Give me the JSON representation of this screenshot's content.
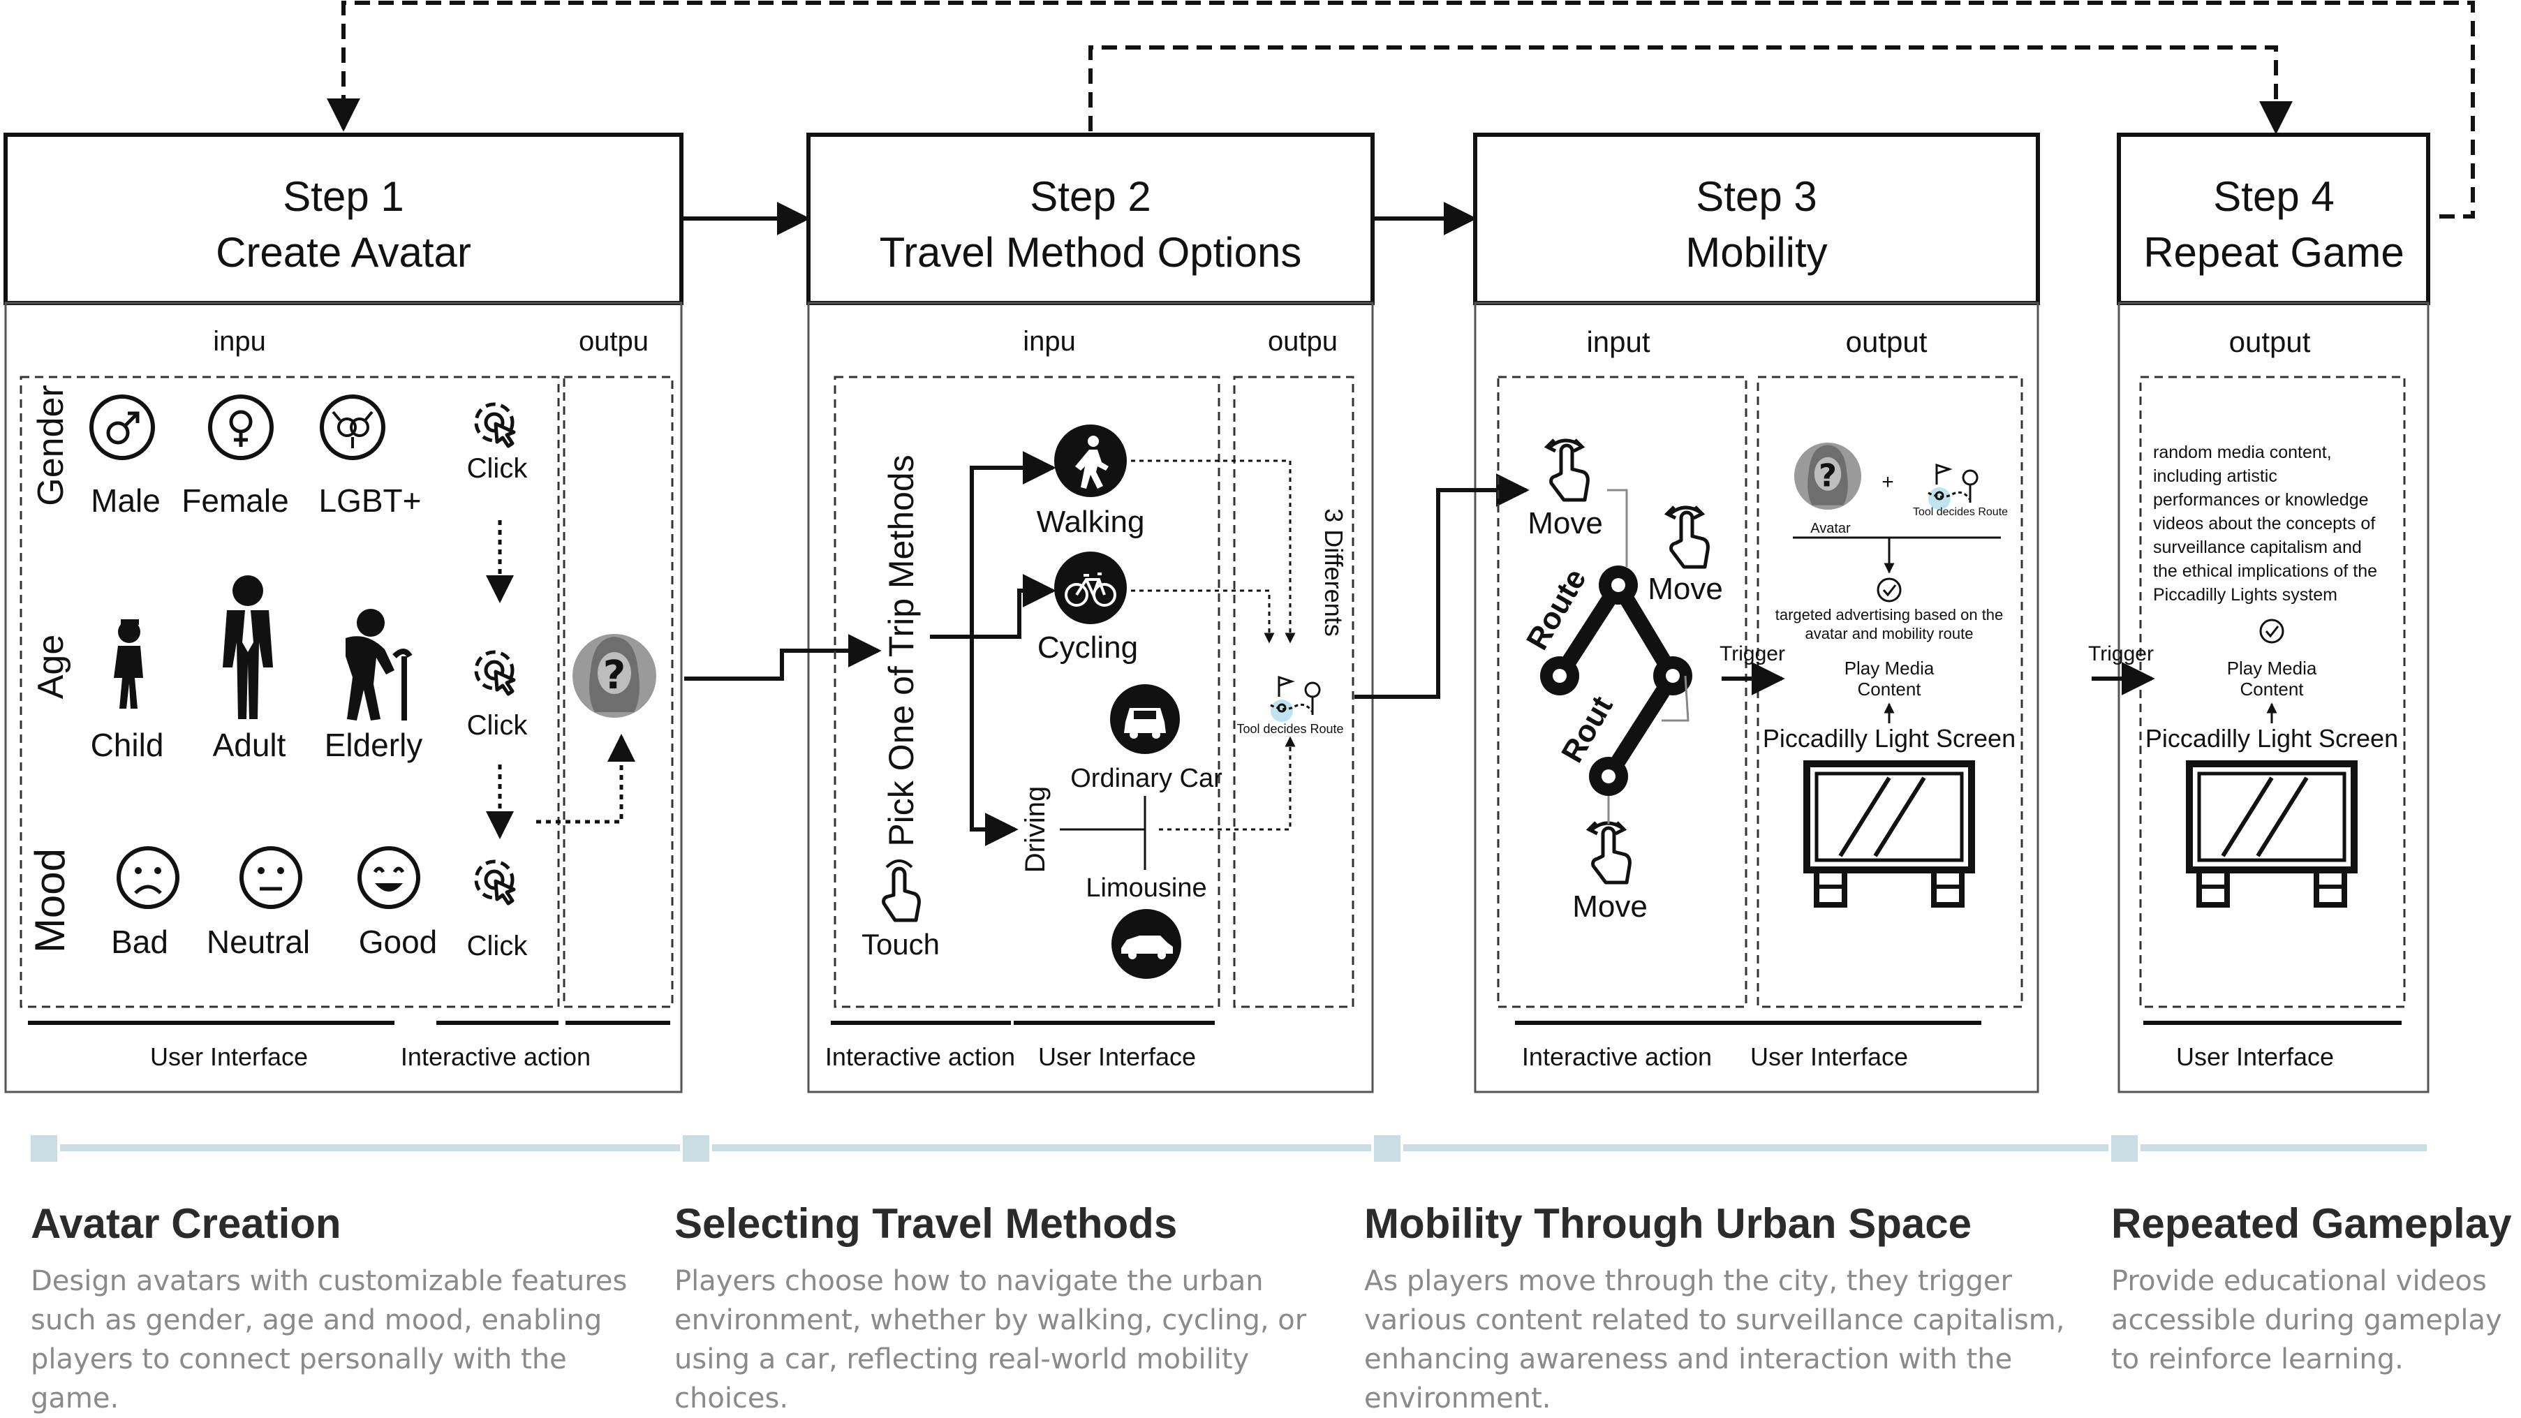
{
  "steps": [
    {
      "number": "Step 1",
      "title": "Create Avatar"
    },
    {
      "number": "Step 2",
      "title": "Travel Method Options"
    },
    {
      "number": "Step 3",
      "title": "Mobility"
    },
    {
      "number": "Step 4",
      "title": "Repeat Game"
    }
  ],
  "step1": {
    "input_label": "inpu",
    "output_label": "outpu",
    "rows": {
      "gender": "Gender",
      "age": "Age",
      "mood": "Mood"
    },
    "gender_options": [
      "Male",
      "Female",
      "LGBT+"
    ],
    "age_options": [
      "Child",
      "Adult",
      "Elderly"
    ],
    "mood_options": [
      "Bad",
      "Neutral",
      "Good"
    ],
    "click_label": "Click",
    "footer_left": "User Interface",
    "footer_right": "Interactive action"
  },
  "step2": {
    "input_label": "inpu",
    "output_label": "outpu",
    "pick_label": "Pick One of Trip Methods",
    "touch_label": "Touch",
    "walking": "Walking",
    "cycling": "Cycling",
    "driving": "Driving",
    "ordinary_car": "Ordinary Car",
    "limousine": "Limousine",
    "differents": "3 Differents",
    "tool_decides_route": "Tool decides Route",
    "footer_left": "Interactive action",
    "footer_right": "User Interface"
  },
  "step3": {
    "input_label": "input",
    "output_label": "output",
    "move": "Move",
    "route": "Route",
    "rout": "Rout",
    "trigger": "Trigger",
    "avatar": "Avatar",
    "tool_decides_route": "Tool decides Route",
    "plus": "+",
    "ad_text": [
      "targeted advertising  based on the",
      "avatar and mobility route"
    ],
    "play_media": [
      "Play Media",
      "Content"
    ],
    "screen_label": "Piccadilly Light Screen",
    "footer_left": "Interactive action",
    "footer_right": "User Interface"
  },
  "step4": {
    "output_label": "output",
    "trigger": "Trigger",
    "random_text": [
      "random media content,",
      "including artistic",
      "performances or knowledge",
      "videos about the concepts of",
      "surveillance capitalism and",
      "the ethical implications of the",
      "Piccadilly Lights system"
    ],
    "play_media": [
      "Play Media",
      "Content"
    ],
    "screen_label": "Piccadilly Light Screen",
    "footer": "User Interface"
  },
  "stages": [
    {
      "title": "Avatar Creation",
      "desc": "Design avatars with customizable features such as gender, age and mood, enabling players to connect personally with the game."
    },
    {
      "title": "Selecting Travel Methods",
      "desc": "Players choose how to navigate the urban environment, whether by walking, cycling, or using a car, reflecting real-world mobility choices."
    },
    {
      "title": "Mobility Through Urban Space",
      "desc": "As players move through the city, they trigger various content related to surveillance capitalism, enhancing awareness and interaction with the environment."
    },
    {
      "title": "Repeated Gameplay",
      "desc": "Provide educational videos accessible during gameplay to reinforce learning."
    }
  ],
  "colors": {
    "line": "#1a1a1a",
    "timeline": "#c9dde3",
    "stage_title": "#2b2b2b",
    "stage_desc": "#8a8a8a",
    "avatar_bg": "#9a9a9a"
  }
}
